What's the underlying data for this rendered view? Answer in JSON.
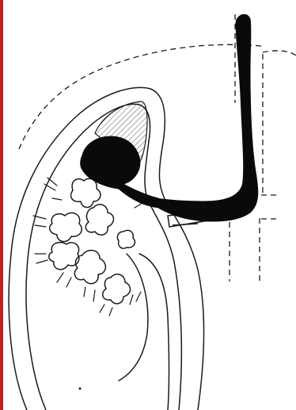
{
  "figure": {
    "colors": {
      "line": "#1a1a1a",
      "fill_dark": "#0a0a0a",
      "hatch": "#555555",
      "paper": "#ffffff",
      "edge_red": "#c41e1e"
    },
    "icons": {
      "kidney": "kidney-outline",
      "stone": "staghorn-calculus",
      "catheter": "ureteral-catheter"
    }
  }
}
